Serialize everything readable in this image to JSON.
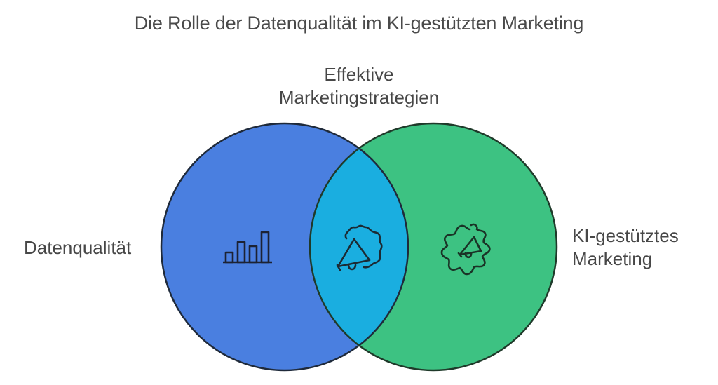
{
  "title": "Die Rolle der Datenqualität im KI-gestützten Marketing",
  "venn": {
    "left": {
      "label": "Datenqualität",
      "icon": "bar-chart-icon",
      "color": "#4A7FE0"
    },
    "right": {
      "label_line1": "KI-gestütztes",
      "label_line2": "Marketing",
      "icon": "gear-megaphone-icon",
      "color": "#3DC282"
    },
    "intersection": {
      "label_line1": "Effektive",
      "label_line2": "Marketingstrategien",
      "icon": "badge-megaphone-icon",
      "color": "#1AAEE0"
    },
    "stroke_color": "#1f2a30"
  }
}
